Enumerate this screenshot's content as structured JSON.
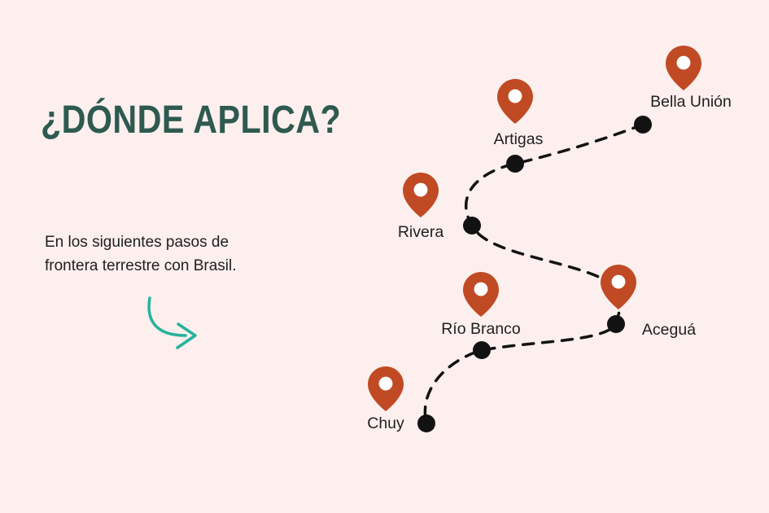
{
  "title": "¿DÓNDE APLICA?",
  "description": {
    "line1": "En los siguientes pasos de",
    "line2": "frontera terrestre con Brasil."
  },
  "map": {
    "locations": [
      {
        "name": "Bella Unión"
      },
      {
        "name": "Artigas"
      },
      {
        "name": "Rivera"
      },
      {
        "name": "Aceguá"
      },
      {
        "name": "Río Branco"
      },
      {
        "name": "Chuy"
      }
    ]
  },
  "icons": {
    "pin": "map-pin-icon",
    "arrow": "curved-arrow-icon"
  },
  "colors": {
    "background": "#fcefed",
    "title": "#2e5a50",
    "text": "#1f1f1f",
    "pin": "#c04a24",
    "pin_inner": "#ffffff",
    "route": "#121212",
    "accent_arrow": "#25b39b"
  }
}
